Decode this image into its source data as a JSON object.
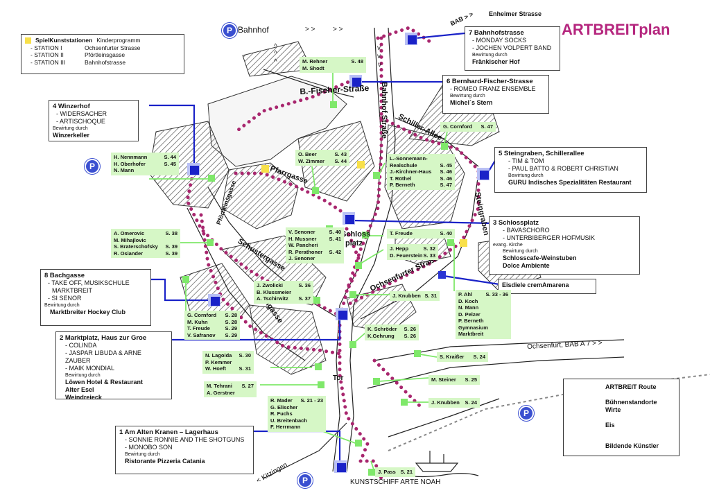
{
  "title": "ARTBREITplan",
  "colors": {
    "route": "#a8266e",
    "stage": "#1a22c8",
    "eis": "#2b35d4",
    "artist": "#7fe86a",
    "artist_bg": "#d6f7c6",
    "title": "#b5267e",
    "parking": "#3a4fd0"
  },
  "parking_label": "P",
  "streets": {
    "bahnhof": "Bahnhof",
    "enheimer": "Enheimer Strasse",
    "bab": "BAB",
    "b_fischer": "B.-Fischer-Straße",
    "bahnhof_strasse": "Bahnhof Straße",
    "schiller": "Schiller-Allee",
    "pfarrgasse": "Pfarrgasse",
    "pfoertleinsgasse": "Pförtleinsgasse",
    "schustergasse": "Schustergasse",
    "schlossplatz_1": "Schloss",
    "schlossplatz_2": "platz",
    "steingraben": "Steingraben",
    "ochsenfurter": "Ochsenfurter Straße",
    "bachgasse": "Bachgasse",
    "tor": "Tor",
    "ochsenfurt_bab": "Ochsenfurt, BAB A 7",
    "kitzingen": "< Kitzingen",
    "kunstschiff": "KUNSTSCHIFF ARTE NOAH"
  },
  "stations_box": {
    "title": "SpielKunststationen",
    "subtitle": "Kinderprogramm",
    "items": [
      {
        "name": "- STATION I",
        "street": "Ochsenfurter Strasse"
      },
      {
        "name": "- STATION II",
        "street": "Pförtleinsgasse"
      },
      {
        "name": "- STATION III",
        "street": "Bahnhofstrasse"
      }
    ]
  },
  "stages": [
    {
      "title": "7 Bahnhofstrasse",
      "acts": [
        "- MONDAY SOCKS",
        "- JOCHEN VOLPERT BAND"
      ],
      "bewirtung": "Bewirtung durch",
      "host": [
        "Fränkischer Hof"
      ]
    },
    {
      "title": "6 Bernhard-Fischer-Strasse",
      "acts": [
        "- ROMEO FRANZ ENSEMBLE"
      ],
      "bewirtung": "Bewirtung durch",
      "host": [
        "Michel´s Stern"
      ]
    },
    {
      "title": "4 Winzerhof",
      "acts": [
        "- WIDERSACHER",
        "- ARTISCHOQUE"
      ],
      "bewirtung": "Bewirtung durch",
      "host": [
        "Winzerkeller"
      ]
    },
    {
      "title": "5 Steingraben, Schillerallee",
      "acts": [
        "- TIM & TOM",
        "- PAUL BATTO & ROBERT CHRISTIAN"
      ],
      "bewirtung": "Bewirtung durch",
      "host": [
        "GURU Indisches Spezialitäten Restaurant"
      ]
    },
    {
      "title": "3 Schlossplatz",
      "acts": [
        "- BAVASCHORO",
        "- UNTERBIBERGER HOFMUSIK"
      ],
      "bewirtung": "evang.  Kirche",
      "bewirtung2": "Bewirtung durch",
      "host": [
        "Schlosscafe-Weinstuben",
        "Dolce Ambiente"
      ]
    },
    {
      "title": "8 Bachgasse",
      "acts": [
        "- TAKE OFF, MUSIKSCHULE",
        "  MARKTBREIT",
        "- SI SENOR"
      ],
      "bewirtung": "Bewirtung durch",
      "host": [
        "Marktbreiter Hockey Club"
      ]
    },
    {
      "title": "2 Marktplatz, Haus zur Groe",
      "acts": [
        "- COLINDA",
        "- JASPAR LIBUDA & ARNE ZAUBER",
        "- MAIK MONDIAL"
      ],
      "bewirtung": "Bewirtung durch",
      "host": [
        "Löwen Hotel & Restaurant",
        "Alter Esel",
        "Weindreieck"
      ]
    },
    {
      "title": "1 Am Alten Kranen – Lagerhaus",
      "acts": [
        "- SONNIE RONNIE AND THE SHOTGUNS",
        "- MONOBO SON"
      ],
      "bewirtung": "Bewirtung durch",
      "host": [
        "Ristorante Pizzeria Catania"
      ]
    }
  ],
  "eis_box": "Eisdiele cremAmarena",
  "artists": [
    {
      "rows": [
        [
          "M. Rehner",
          "S. 48"
        ],
        [
          "M. Shodt",
          ""
        ]
      ]
    },
    {
      "rows": [
        [
          "G. Cornford",
          "S. 47"
        ]
      ]
    },
    {
      "rows": [
        [
          "H. Nennmann",
          "S. 44"
        ],
        [
          "H. Oberhofer",
          "S. 45"
        ],
        [
          "N. Mann",
          ""
        ]
      ]
    },
    {
      "rows": [
        [
          "O. Beer",
          "S. 43"
        ],
        [
          "W. Zimmer",
          "S. 44"
        ]
      ]
    },
    {
      "rows": [
        [
          "L.-Sonnemann-",
          ""
        ],
        [
          "Realschule",
          "S. 45"
        ],
        [
          "J.-Kirchner-Haus",
          "S. 46"
        ],
        [
          "T. Röthel",
          "S. 46"
        ],
        [
          "P. Berneth",
          "S. 47"
        ]
      ]
    },
    {
      "rows": [
        [
          "A. Omerovic",
          "S. 38"
        ],
        [
          "M. Mihajlovic",
          ""
        ],
        [
          "S. Braterschofsky",
          "S. 39"
        ],
        [
          "R. Osiander",
          "S. 39"
        ]
      ]
    },
    {
      "rows": [
        [
          "V. Senoner",
          "S. 40"
        ],
        [
          "H. Mussner",
          "S. 41"
        ],
        [
          "W. Pancheri",
          ""
        ],
        [
          "R. Perathoner",
          "S. 42"
        ],
        [
          "J. Senoner",
          ""
        ]
      ]
    },
    {
      "rows": [
        [
          "T. Freude",
          "S. 40"
        ]
      ]
    },
    {
      "rows": [
        [
          "J. Hepp",
          "S. 32"
        ],
        [
          "D. Feuerstein",
          "S. 33"
        ]
      ]
    },
    {
      "rows": [
        [
          "J. Zwolicki",
          "S. 36"
        ],
        [
          "B. Klussmeier",
          ""
        ],
        [
          "A. Tschirwitz",
          "S. 37"
        ]
      ]
    },
    {
      "rows": [
        [
          "J. Knubben",
          "S. 31"
        ]
      ]
    },
    {
      "rows": [
        [
          "P. Ahl",
          "S. 33 - 36"
        ],
        [
          "D. Koch",
          ""
        ],
        [
          "N. Mann",
          ""
        ],
        [
          "D. Pelzer",
          ""
        ],
        [
          "P. Berneth",
          ""
        ],
        [
          "Gymnasium",
          ""
        ],
        [
          "Marktbreit",
          ""
        ]
      ]
    },
    {
      "rows": [
        [
          "G. Cornford",
          "S. 28"
        ],
        [
          "M. Kuhn",
          "S. 28"
        ],
        [
          "T. Freude",
          "S. 29"
        ],
        [
          "V. Safranov",
          "S. 29"
        ]
      ]
    },
    {
      "rows": [
        [
          "K. Schröder",
          "S. 26"
        ],
        [
          "K.Gehrung",
          "S. 26"
        ]
      ]
    },
    {
      "rows": [
        [
          "N. Lagoida",
          "S. 30"
        ],
        [
          "P. Kemmer",
          ""
        ],
        [
          "W. Hoeft",
          "S. 31"
        ]
      ]
    },
    {
      "rows": [
        [
          "S. Kraißer",
          "S. 24"
        ]
      ]
    },
    {
      "rows": [
        [
          "M. Tehrani",
          "S. 27"
        ],
        [
          "A. Gerstner",
          ""
        ]
      ]
    },
    {
      "rows": [
        [
          "M. Steiner",
          "S. 25"
        ]
      ]
    },
    {
      "rows": [
        [
          "R. Mader",
          "S. 21 - 23"
        ],
        [
          "G. Elischer",
          ""
        ],
        [
          "R. Fuchs",
          ""
        ],
        [
          "U. Breitenbach",
          ""
        ],
        [
          "F. Herrmann",
          ""
        ]
      ]
    },
    {
      "rows": [
        [
          "J. Knubben",
          "S. 24"
        ]
      ]
    },
    {
      "rows": [
        [
          "J. Pass",
          "S. 21"
        ]
      ]
    }
  ],
  "legend": {
    "route": "ARTBREIT Route",
    "stage_1": "Bühnenstandorte",
    "stage_2": "Wirte",
    "eis": "Eis",
    "artist": "Bildende Künstler"
  }
}
